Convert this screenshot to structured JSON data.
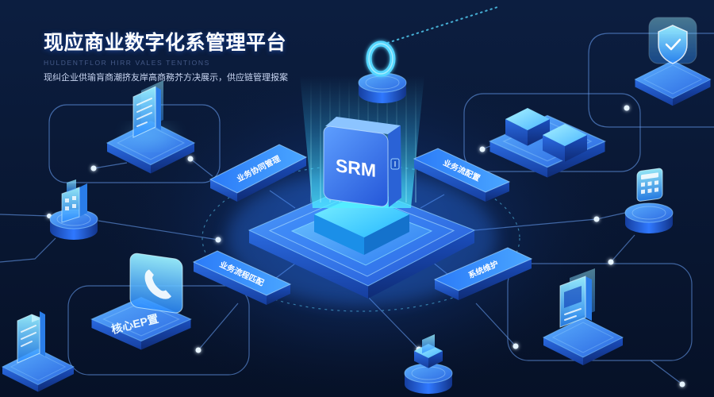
{
  "header": {
    "title": "现应商业数字化系管理平台",
    "subtitle_en": "HULDENTFLOR HIRR VALES TENTIONS",
    "description": "现纠企业供瑜肓商潮挤友岸高商務芥方决展示，供应链管理报案"
  },
  "hub": {
    "label": "SRM"
  },
  "panels": [
    {
      "label": "业务协同管理"
    },
    {
      "label": "业务流配置"
    },
    {
      "label": "业务流程匹配"
    },
    {
      "label": "系统维护"
    }
  ],
  "erp_node": {
    "label": "核心EP置"
  },
  "icons": {
    "top_left": "document-stack-icon",
    "top_center": "ring-icon",
    "top_right": "shield-icon",
    "right_middle": "cube-pair-icon",
    "right": "calculator-icon",
    "left": "building-icon",
    "bottom_left": "phone-icon",
    "bottom_right": "server-icon",
    "bottom_left_corner": "document-icon",
    "bottom_center": "cube-icon",
    "hub_side": "plug-icon"
  },
  "colors": {
    "background": "#0a1832",
    "accent": "#2f7bff",
    "glow": "#5fe0ff",
    "text": "#ffffff"
  }
}
